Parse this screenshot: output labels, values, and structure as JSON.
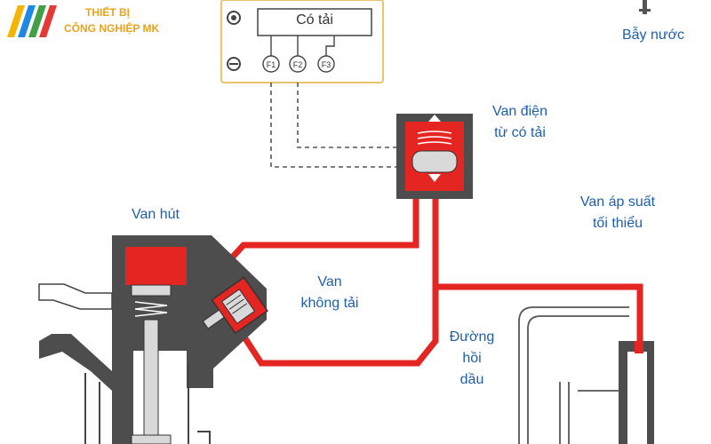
{
  "logo": {
    "line1": "THIẾT BỊ",
    "line2": "CÔNG NGHIỆP MK",
    "colors": [
      "#1e88e5",
      "#f4b400",
      "#e53935",
      "#43a047"
    ]
  },
  "control_box": {
    "title": "Có tải",
    "terminals": [
      "F1",
      "F2",
      "F3"
    ]
  },
  "labels": {
    "water_trap": "Bẫy nước",
    "solenoid_valve": "Van điện\ntừ có tải",
    "suction_valve": "Van hút",
    "min_pressure_valve": "Van áp suất\ntối thiểu",
    "unload_valve": "Van\nkhông tải",
    "oil_return": "Đường\nhồi\ndầu"
  },
  "colors": {
    "pressure": "#e52521",
    "housing": "#4d4d4d",
    "label": "#1f5fa8",
    "box_border": "#e8c46a"
  }
}
